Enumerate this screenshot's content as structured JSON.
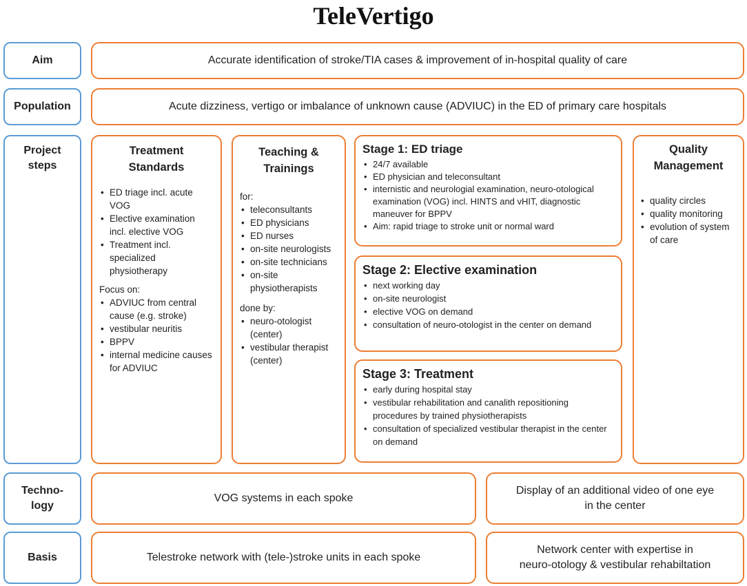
{
  "title": "TeleVertigo",
  "labels": {
    "aim": "Aim",
    "population": "Population",
    "project_steps_1": "Project",
    "project_steps_2": "steps",
    "technology_1": "Techno-",
    "technology_2": "logy",
    "basis": "Basis"
  },
  "aim": "Accurate identification of stroke/TIA cases & improvement of in-hospital quality of care",
  "population": "Acute dizziness, vertigo or imbalance of unknown cause (ADVIUC)  in the ED of primary care hospitals",
  "treatment": {
    "title_1": "Treatment",
    "title_2": "Standards",
    "items": [
      "ED triage incl. acute VOG",
      "Elective examination incl. elective VOG",
      "Treatment incl. specialized physiotherapy"
    ],
    "focus_label": "Focus on:",
    "focus_items": [
      "ADVIUC from central cause (e.g. stroke)",
      "vestibular neuritis",
      "BPPV",
      "internal medicine causes for ADVIUC"
    ]
  },
  "teaching": {
    "title_1": "Teaching &",
    "title_2": "Trainings",
    "for_label": "for:",
    "for_items": [
      "teleconsultants",
      "ED physicians",
      "ED nurses",
      "on-site neurologists",
      "on-site technicians",
      "on-site physiotherapists"
    ],
    "done_label": "done by:",
    "done_items": [
      "neuro-otologist (center)",
      "vestibular therapist (center)"
    ]
  },
  "stage1": {
    "title": "Stage 1: ED triage",
    "items": [
      "24/7 available",
      "ED physician and teleconsultant",
      "internistic and neurologial examination, neuro-otological examination (VOG) incl. HINTS and vHIT, diagnostic maneuver for BPPV",
      "Aim: rapid triage to stroke unit or normal ward"
    ]
  },
  "stage2": {
    "title": "Stage 2: Elective examination",
    "items": [
      "next working day",
      "on-site neurologist",
      "elective VOG on demand",
      "consultation of neuro-otologist in the center on demand"
    ]
  },
  "stage3": {
    "title": "Stage 3: Treatment",
    "items": [
      "early during hospital stay",
      "vestibular rehabilitation and canalith repositioning procedures by trained physiotherapists",
      "consultation of specialized vestibular therapist in the center on demand"
    ]
  },
  "quality": {
    "title_1": "Quality",
    "title_2": "Management",
    "items": [
      "quality circles",
      "quality monitoring",
      "evolution of system of care"
    ]
  },
  "technology": {
    "left": "VOG systems in each spoke",
    "right_1": "Display of an additional video of one eye",
    "right_2": "in the center"
  },
  "basis": {
    "left": "Telestroke network with (tele-)stroke units in each spoke",
    "right_1": "Network center with expertise in",
    "right_2": "neuro-otology & vestibular rehabiltation"
  },
  "colors": {
    "label_border": "#5b9bd5",
    "box_border": "#ed7d31"
  }
}
